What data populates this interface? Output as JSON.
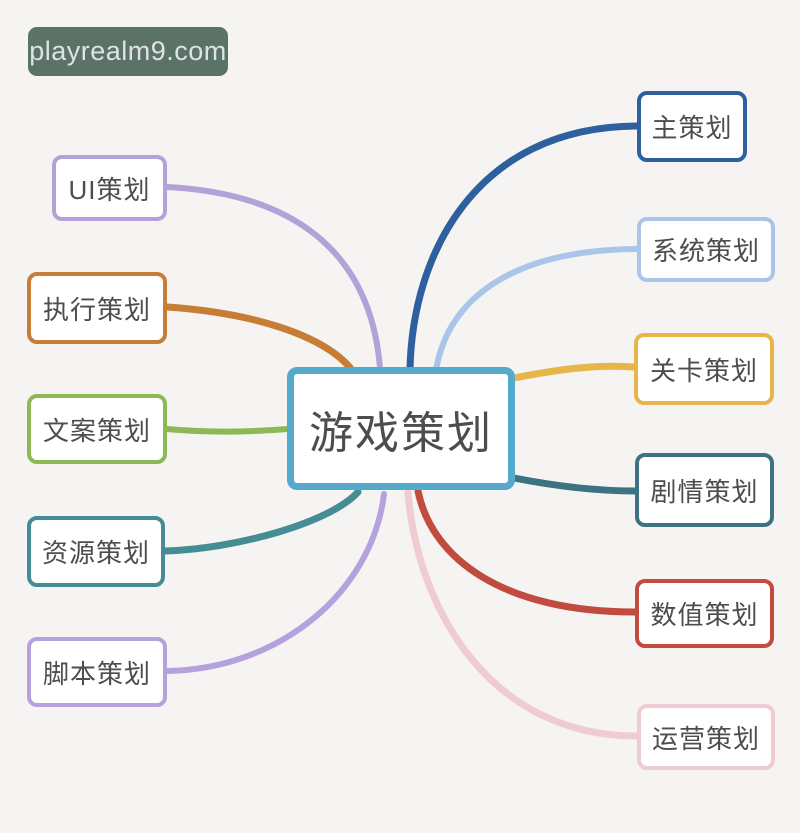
{
  "canvas": {
    "bg": "#f5f4f2",
    "text_color": "#4d4d4d"
  },
  "watermark": {
    "text": "playrealm9.com",
    "bg": "#5b7366",
    "fg": "#dde2e6"
  },
  "center": {
    "label": "游戏策划",
    "color": "#56a9cb"
  },
  "nodes": {
    "ui": {
      "label": "UI策划",
      "color": "#b3a2d8",
      "side": "left"
    },
    "zhixing": {
      "label": "执行策划",
      "color": "#c77d35",
      "side": "left"
    },
    "wenan": {
      "label": "文案策划",
      "color": "#8cb855",
      "side": "left"
    },
    "ziyuan": {
      "label": "资源策划",
      "color": "#468c95",
      "side": "left"
    },
    "jiaoben": {
      "label": "脚本策划",
      "color": "#b5a2dc",
      "side": "left"
    },
    "zhu": {
      "label": "主策划",
      "color": "#2e5f9e",
      "side": "right"
    },
    "xitong": {
      "label": "系统策划",
      "color": "#a9c6e9",
      "side": "right"
    },
    "guanka": {
      "label": "关卡策划",
      "color": "#e7b64a",
      "side": "right"
    },
    "juqing": {
      "label": "剧情策划",
      "color": "#3c7282",
      "side": "right"
    },
    "shuzhi": {
      "label": "数值策划",
      "color": "#c14b3e",
      "side": "right"
    },
    "yunying": {
      "label": "运营策划",
      "color": "#f0cbd1",
      "side": "right"
    }
  }
}
